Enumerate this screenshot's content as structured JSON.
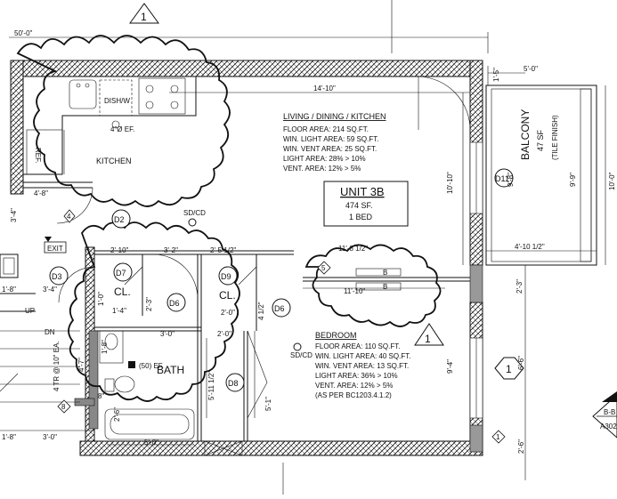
{
  "overall_dim": "50'-0\"",
  "revision_tag": "1",
  "units": {
    "name": "UNIT 3B",
    "area": "474 SF.",
    "beds": "1 BED"
  },
  "rooms": {
    "kitchen": "KITCHEN",
    "living_title": "LIVING / DINING / KITCHEN",
    "living_notes": [
      "FLOOR AREA: 214 SQ.FT.",
      "WIN. LIGHT AREA: 59 SQ.FT.",
      "WIN. VENT AREA: 25 SQ.FT.",
      "LIGHT AREA: 28% > 10%",
      "VENT. AREA: 12% > 5%"
    ],
    "bedroom_title": "BEDROOM",
    "bedroom_notes": [
      "FLOOR AREA: 110 SQ.FT.",
      "WIN. LIGHT AREA: 40 SQ.FT.",
      "WIN. VENT AREA: 13 SQ.FT.",
      "LIGHT AREA: 36% > 10%",
      "VENT. AREA: 12% > 5%",
      "(AS PER BC1203.4.1.2)"
    ],
    "bath": "BATH",
    "closet1": "CL.",
    "closet2": "CL.",
    "balcony": "BALCONY",
    "balcony_area": "47 SF",
    "balcony_finish": "(TILE FINISH)",
    "ref": "REF.",
    "dishw": "DISH/W",
    "exit": "EXIT",
    "up": "UP",
    "dn": "DN",
    "sdcd1": "SD/CD",
    "sdcd2": "SD/CD",
    "tube_ef": "4\"Ø EF.",
    "bath_fan": "(50) EF.",
    "stair_eq": "4 TR @ 10\" EA."
  },
  "doors": [
    "D2",
    "D3",
    "D6",
    "D6",
    "D7",
    "D8",
    "D9",
    "D11"
  ],
  "windows": [
    "B",
    "B"
  ],
  "tags": [
    "4",
    "5",
    "8",
    "1",
    "1"
  ],
  "section_mark": {
    "label": "B-B",
    "sheet": "A302"
  },
  "dims": {
    "d_14_10": "14'-10\"",
    "d_5_0_top": "5'-0\"",
    "d_1_5": "1'-5\"",
    "d_10_10": "10'-10\"",
    "d_10_0": "10'-0\"",
    "d_9_8": "9'-8\"",
    "d_9_9": "9'-9\"",
    "d_4_10_half": "4'-10 1/2\"",
    "d_4_8": "4'-8\"",
    "d_3_4": "3'-4\"",
    "d_2_10": "2'-10\"",
    "d_3_2": "3'-2\"",
    "d_2_5_half": "2'-5 1/2\"",
    "d_11_8_half": "11'-8 1/2\"",
    "d_11_10": "11'-10\"",
    "d_1_8": "1'-8\"",
    "d_3_4b": "3'-4\"",
    "d_1_4": "1'-4\"",
    "d_2_3": "2'-3\"",
    "d_2_0": "2'-0\"",
    "d_3_0": "3'-0\"",
    "d_2_0b": "2'-0\"",
    "d_4_half": "4 1/2\"",
    "d_1_0": "1'-0\"",
    "d_2_3b": "2'-3\"",
    "d_6_6": "6'-6\"",
    "d_9_4": "9'-4\"",
    "d_2_6": "2'-6\"",
    "d_4_7": "4'-7\"",
    "d_5_11_half": "5'-11 1/2\"",
    "d_5_1": "5'-1\"",
    "d_2_6b": "2'-6\"",
    "d_5_0": "5'-0\"",
    "d_1_8b": "1'-8\"",
    "d_3_0b": "3'-0\"",
    "d_8": "8\"",
    "d_1_8c": "1'-8\""
  }
}
